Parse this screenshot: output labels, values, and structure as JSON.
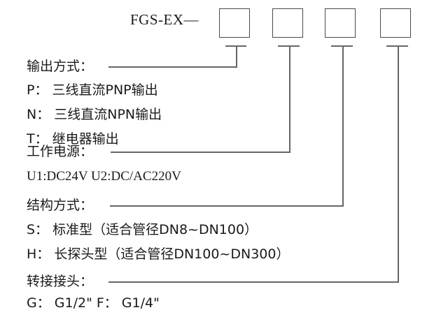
{
  "model": {
    "prefix": "FGS-EX—",
    "code_slots": [
      "",
      "",
      "",
      ""
    ]
  },
  "sections": [
    {
      "id": "output-mode",
      "heading": "输出方式：",
      "options": [
        "P： 三线直流PNP输出",
        "N： 三线直流NPN输出",
        "T： 继电器输出"
      ]
    },
    {
      "id": "power-supply",
      "heading": "工作电源：",
      "options": [
        "U1:DC24V  U2:DC/AC220V"
      ]
    },
    {
      "id": "structure-type",
      "heading": "结构方式：",
      "options": [
        "S： 标准型（适合管径DN8~DN100）",
        "H： 长探头型（适合管径DN100~DN300）"
      ]
    },
    {
      "id": "adapter-joint",
      "heading": "转接接头：",
      "options": [
        "G： G1/2\"  F： G1/4\""
      ]
    }
  ],
  "colors": {
    "line": "#666666",
    "box_border": "#4a4a4a",
    "text": "#1a1a1a",
    "background": "#ffffff"
  }
}
